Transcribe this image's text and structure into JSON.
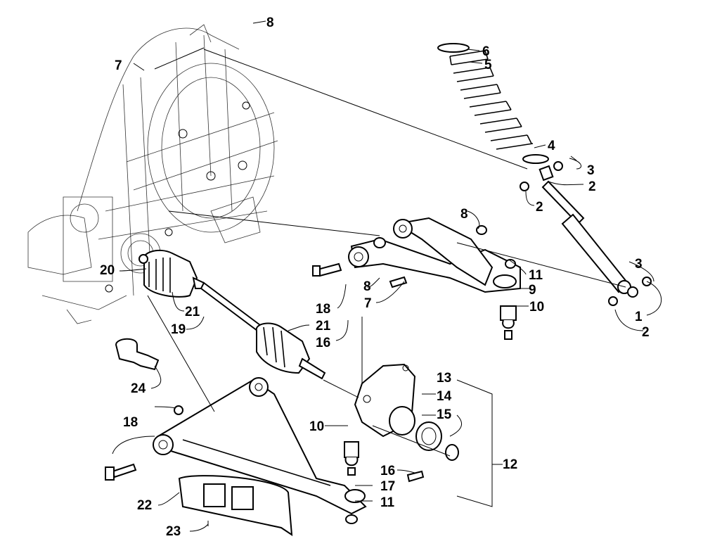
{
  "diagram": {
    "callouts": [
      "1",
      "2",
      "2",
      "2",
      "3",
      "3",
      "4",
      "5",
      "6",
      "7",
      "7",
      "8",
      "8",
      "8",
      "9",
      "10",
      "10",
      "11",
      "11",
      "12",
      "13",
      "14",
      "15",
      "16",
      "16",
      "17",
      "18",
      "18",
      "19",
      "20",
      "21",
      "21",
      "22",
      "23",
      "24"
    ]
  }
}
